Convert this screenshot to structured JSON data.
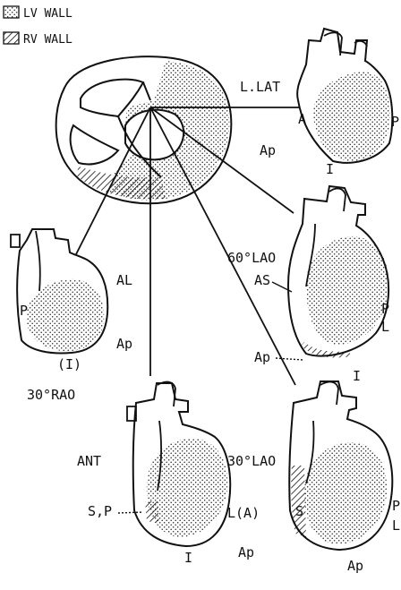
{
  "legend": {
    "items": [
      {
        "label": "LV WALL",
        "pattern": "dots"
      },
      {
        "label": "RV WALL",
        "pattern": "hatch"
      }
    ]
  },
  "views": {
    "l_lat": {
      "title": "L.LAT",
      "labels": [
        "A",
        "P",
        "Ap",
        "I"
      ]
    },
    "lao60": {
      "title": "60°LAO",
      "labels": [
        "AS",
        "P",
        "L",
        "Ap",
        "I"
      ]
    },
    "rao30": {
      "title": "30°RAO",
      "labels": [
        "AL",
        "P",
        "Ap",
        "(I)"
      ]
    },
    "ant": {
      "title": "ANT",
      "labels": [
        "S,P",
        "L(A)",
        "I",
        "Ap"
      ]
    },
    "lao30": {
      "title": "30°LAO",
      "labels": [
        "S",
        "P",
        "L",
        "Ap"
      ]
    }
  },
  "colors": {
    "ink": "#111111",
    "background": "#ffffff"
  }
}
